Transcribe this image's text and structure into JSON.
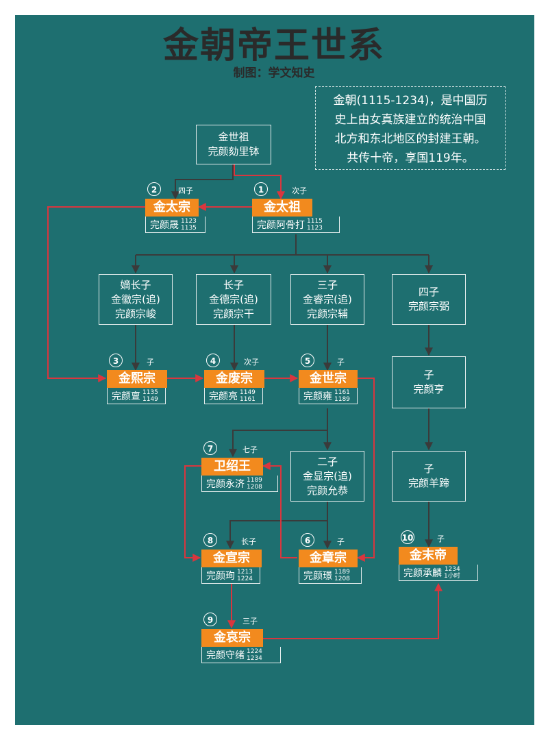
{
  "title": "金朝帝王世系",
  "subtitle": "制图：学文知史",
  "intro": [
    "金朝(1115-1234)，是中国历",
    "史上由女真族建立的统治中国",
    "北方和东北地区的封建王朝。",
    "共传十帝，享国119年。"
  ],
  "ancestor": {
    "line1": "金世祖",
    "line2": "完颜劾里钵"
  },
  "branches": [
    {
      "line1": "嫡长子",
      "line2": "金徽宗(追)",
      "line3": "完颜宗峻"
    },
    {
      "line1": "长子",
      "line2": "金德宗(追)",
      "line3": "完颜宗干"
    },
    {
      "line1": "三子",
      "line2": "金睿宗(追)",
      "line3": "完颜宗辅"
    },
    {
      "line1": "四子",
      "line2": "完颜宗弼",
      "line3": ""
    },
    {
      "line1": "二子",
      "line2": "金显宗(追)",
      "line3": "完颜允恭"
    },
    {
      "line1": "子",
      "line2": "完颜亨",
      "line3": ""
    },
    {
      "line1": "子",
      "line2": "完颜羊蹄",
      "line3": ""
    }
  ],
  "emperors": [
    {
      "num": "1",
      "title": "金太祖",
      "name": "完颜阿骨打",
      "y1": "1115",
      "y2": "1123",
      "rel": "次子"
    },
    {
      "num": "2",
      "title": "金太宗",
      "name": "完颜晟",
      "y1": "1123",
      "y2": "1135",
      "rel": "四子"
    },
    {
      "num": "3",
      "title": "金熙宗",
      "name": "完颜亶",
      "y1": "1135",
      "y2": "1149",
      "rel": "子"
    },
    {
      "num": "4",
      "title": "金废宗",
      "name": "完颜亮",
      "y1": "1149",
      "y2": "1161",
      "rel": "次子"
    },
    {
      "num": "5",
      "title": "金世宗",
      "name": "完颜雍",
      "y1": "1161",
      "y2": "1189",
      "rel": "子"
    },
    {
      "num": "6",
      "title": "金章宗",
      "name": "完颜璟",
      "y1": "1189",
      "y2": "1208",
      "rel": "子"
    },
    {
      "num": "7",
      "title": "卫绍王",
      "name": "完颜永济",
      "y1": "1189",
      "y2": "1208",
      "rel": "七子"
    },
    {
      "num": "8",
      "title": "金宣宗",
      "name": "完颜珣",
      "y1": "1213",
      "y2": "1224",
      "rel": "长子"
    },
    {
      "num": "9",
      "title": "金哀宗",
      "name": "完颜守绪",
      "y1": "1224",
      "y2": "1234",
      "rel": "三子"
    },
    {
      "num": "10",
      "title": "金末帝",
      "name": "完颜承麟",
      "y1": "1234",
      "y2": "1小时",
      "rel": "子"
    }
  ],
  "colors": {
    "background": "#1e6f70",
    "emperor": "#f28a1e",
    "line": "#3a3a3a",
    "succession": "#d9363e"
  }
}
